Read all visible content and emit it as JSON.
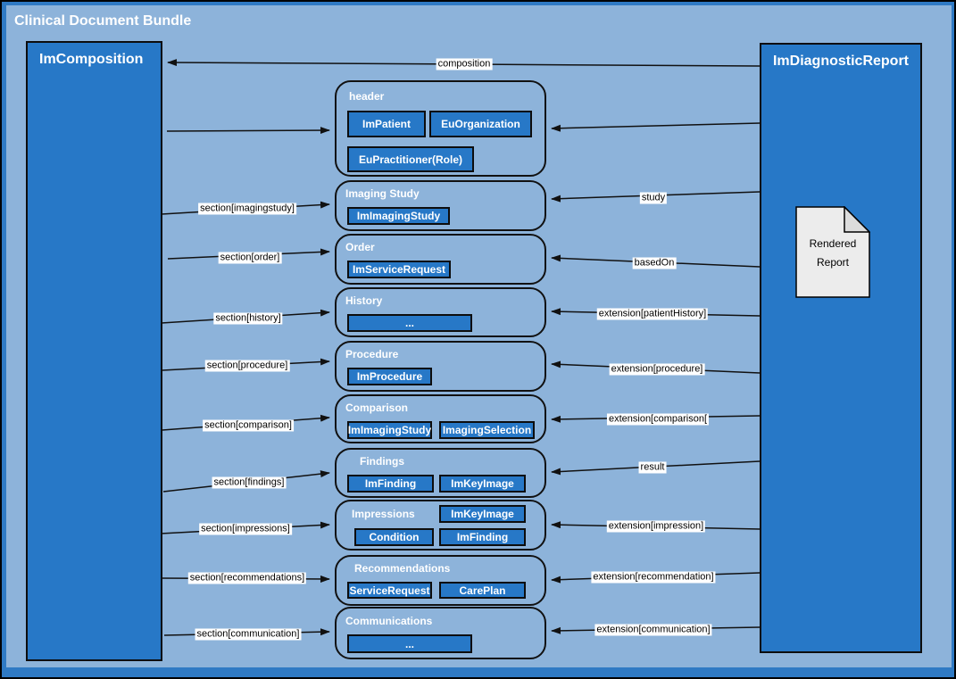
{
  "title": "Clinical Document Bundle",
  "entities": {
    "left": "ImComposition",
    "right": "ImDiagnosticReport"
  },
  "document_shape": {
    "line1": "Rendered",
    "line2": "Report"
  },
  "sections": [
    {
      "name": "header",
      "items": [
        "ImPatient",
        "EuOrganization",
        "EuPractitioner(Role)"
      ]
    },
    {
      "name": "Imaging Study",
      "items": [
        "ImImagingStudy"
      ]
    },
    {
      "name": "Order",
      "items": [
        "ImServiceRequest"
      ]
    },
    {
      "name": "History",
      "items": [
        "..."
      ]
    },
    {
      "name": "Procedure",
      "items": [
        "ImProcedure"
      ]
    },
    {
      "name": "Comparison",
      "items": [
        "ImImagingStudy",
        "ImagingSelection"
      ]
    },
    {
      "name": "Findings",
      "items": [
        "ImFinding",
        "ImKeyImage"
      ]
    },
    {
      "name": "Impressions",
      "items": [
        "ImKeyImage",
        "Condition",
        "ImFinding"
      ]
    },
    {
      "name": "Recommendations",
      "items": [
        "ServiceRequest",
        "CarePlan"
      ]
    },
    {
      "name": "Communications",
      "items": [
        "..."
      ]
    }
  ],
  "edges": {
    "left": [
      "section[imagingstudy]",
      "section[order]",
      "section[history]",
      "section[procedure]",
      "section[comparison]",
      "section[findings]",
      "section[impressions]",
      "section[recommendations]",
      "section[communication]"
    ],
    "right": [
      "composition",
      "study",
      "basedOn",
      "extension[patientHistory]",
      "extension[procedure]",
      "extension[comparison[",
      "result",
      "extension[impression]",
      "extension[recommendation]",
      "extension[communication]"
    ]
  },
  "colors": {
    "node_fill": "#2778c7",
    "panel_fill": "#8db3da",
    "page_fill": "#2f7ac4",
    "edge_label_bg": "#ffffff",
    "document_fill": "#ececec"
  }
}
